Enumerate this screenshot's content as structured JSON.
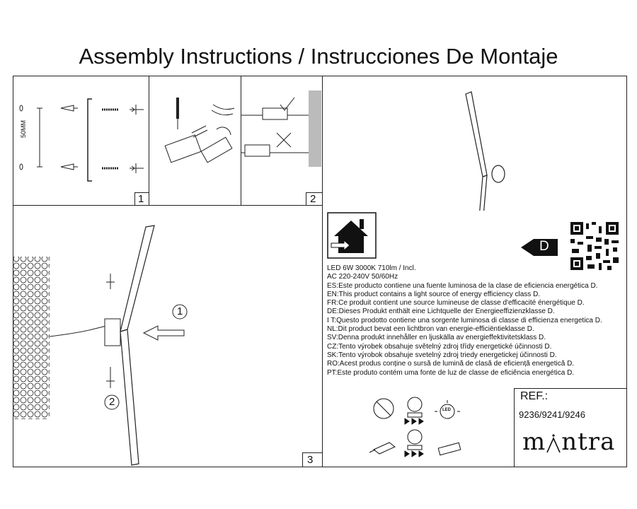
{
  "document": {
    "title": "Assembly Instructions / Instrucciones De Montaje"
  },
  "panels": {
    "p1": {
      "number": "1",
      "dimension_label": "50MM"
    },
    "p2": {
      "number": "2"
    },
    "p3": {
      "number": "3",
      "step_a": "1",
      "step_b": "2"
    }
  },
  "specs": {
    "line1": "LED  6W  3000K  710lm / Incl.",
    "line2": "AC 220-240V  50/60Hz",
    "energy_lines": [
      "ES:Este producto contiene una fuente luminosa de la clase de eficiencia energética D.",
      "EN:This product contains a light source of energy efficiency class D.",
      "FR:Ce produit contient une source lumineuse de classe d'efficacité énergétique D.",
      "DE:Dieses Produkt enthält eine Lichtquelle der Energieeffizienzklasse D.",
      "I T:Questo prodotto contiene una sorgente luminosa di classe di efficienza energetica D.",
      "NL:Dit product bevat een lichtbron van energie-efficiëntieklasse D.",
      "SV:Denna produkt innehåller en ljuskälla av energieffektivitetsklass D.",
      "CZ:Tento výrobek obsahuje světelný zdroj třídy energetické účinnosti D.",
      "SK:Tento výrobok obsahuje svetelný zdroj triedy energetickej účinnosti D.",
      "RO:Acest produs conține o sursă de lumină de clasă de eficiență energetică D.",
      "PT:Este produto contém uma fonte de luz de classe de eficiência energética D."
    ],
    "energy_class": "D",
    "led_badge": "LED"
  },
  "ref": {
    "label": "REF.:",
    "value": "9236/9241/9246"
  },
  "brand": {
    "name_part1": "m",
    "name_part2": "ntra"
  },
  "colors": {
    "ink": "#111111",
    "line": "#222222"
  }
}
